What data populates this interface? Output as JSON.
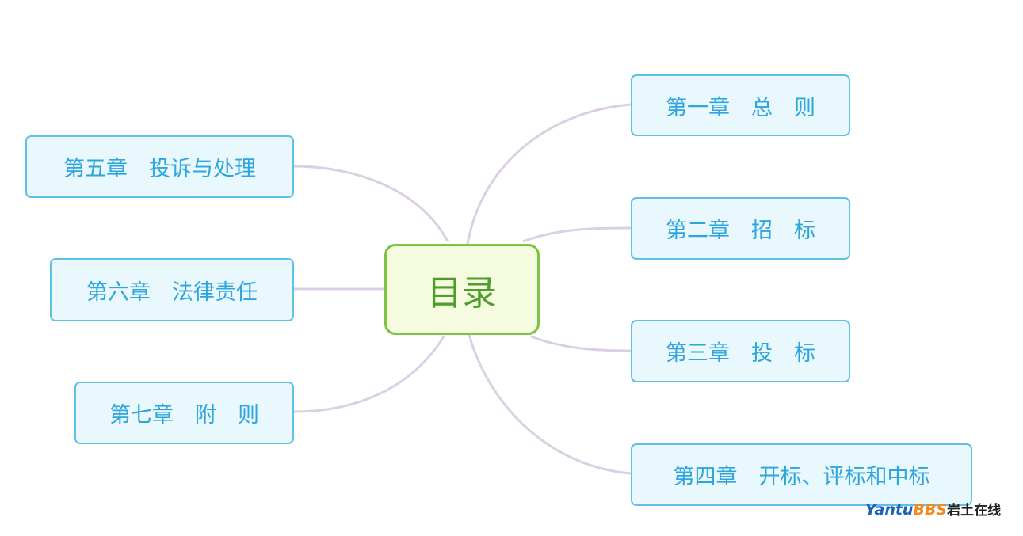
{
  "center": {
    "label": "目录"
  },
  "right_nodes": [
    {
      "label": "第一章　总　则"
    },
    {
      "label": "第二章　招　标"
    },
    {
      "label": "第三章　投　标"
    },
    {
      "label": "第四章　开标、评标和中标"
    }
  ],
  "left_nodes": [
    {
      "label": "第五章　投诉与处理"
    },
    {
      "label": "第六章　法律责任"
    },
    {
      "label": "第七章　附　则"
    }
  ],
  "watermark": {
    "part1": "Yantu",
    "part2": "BBS",
    "part3": "岩土在线"
  },
  "colors": {
    "node_border": "#62bfe8",
    "node_text": "#2ea5dc",
    "center_border": "#7cc444",
    "link": "#dccfe3"
  }
}
